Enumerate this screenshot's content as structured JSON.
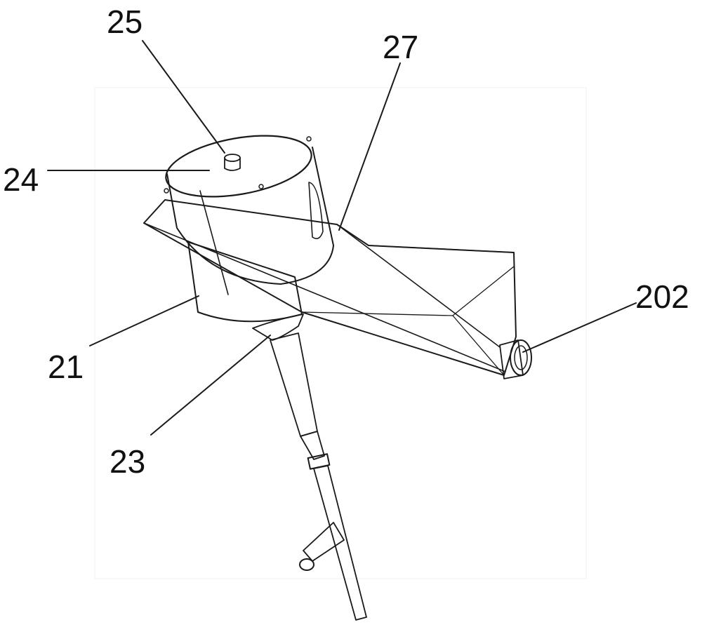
{
  "labels": {
    "l25": "25",
    "l27": "27",
    "l24": "24",
    "l202": "202",
    "l21": "21",
    "l23": "23"
  },
  "colors": {
    "line": "#1a1a1a",
    "fill": "#ffffff",
    "shade": "#ececec"
  }
}
